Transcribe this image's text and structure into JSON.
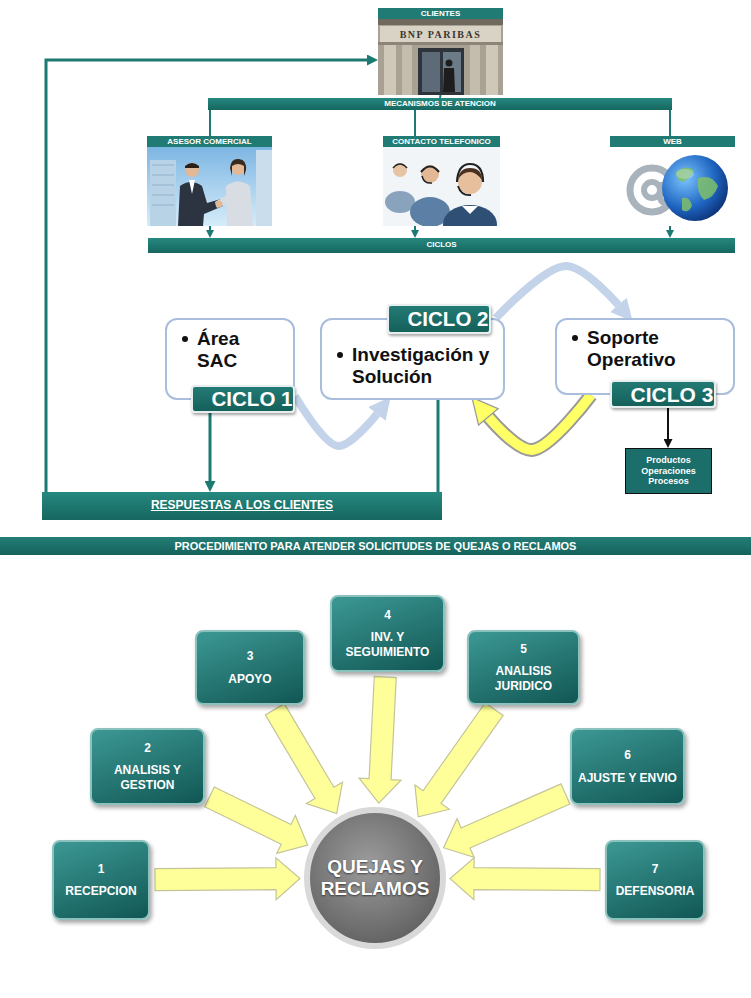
{
  "diagram": {
    "nodes": [
      {
        "text": [
          "CLIENTES"
        ]
      },
      {
        "text": [
          "MECANISMOS DE ATENCION"
        ]
      },
      {
        "text": [
          "ASESOR COMERCIAL"
        ]
      },
      {
        "text": [
          "CONTACTO TELEFONICO"
        ]
      },
      {
        "text": [
          "WEB"
        ]
      },
      {
        "text": [
          "CICLOS"
        ]
      },
      {
        "text": [
          "Área SAC"
        ]
      },
      {
        "text": [
          "CICLO 1"
        ],
        "in": 6
      },
      {
        "text": [
          "Investigación y Solución"
        ]
      },
      {
        "text": [
          "CICLO 2"
        ],
        "in": 8
      },
      {
        "text": [
          "Soporte Operativo"
        ]
      },
      {
        "text": [
          "CICLO 3"
        ],
        "in": 10
      },
      {
        "text": [
          "Productos Operaciones Procesos"
        ]
      },
      {
        "text": [
          "RESPUESTAS A LOS CLIENTES"
        ]
      },
      {
        "text": [
          "PROCEDIMIENTO PARA ATENDER SOLICITUDES DE QUEJAS O RECLAMOS"
        ]
      },
      {
        "text": [
          "1",
          "RECEPCION"
        ]
      },
      {
        "text": [
          "2",
          "ANALISIS Y GESTION"
        ]
      },
      {
        "text": [
          "3",
          "APOYO"
        ]
      },
      {
        "text": [
          "4",
          "INV. Y SEGUIMIENTO"
        ]
      },
      {
        "text": [
          "5",
          "ANALISIS JURIDICO"
        ]
      },
      {
        "text": [
          "6",
          "AJUSTE Y ENVIO"
        ]
      },
      {
        "text": [
          "7",
          "DEFENSORIA"
        ]
      },
      {
        "text": [
          "QUEJAS Y RECLAMOS"
        ]
      }
    ],
    "edges": [
      {
        "from": 0,
        "to": 1,
        "arrow": "none"
      },
      {
        "from": 1,
        "to": 2,
        "arrow": "none"
      },
      {
        "from": 1,
        "to": 3,
        "arrow": "none"
      },
      {
        "from": 1,
        "to": 4,
        "arrow": "none"
      },
      {
        "from": 2,
        "to": 5,
        "arrow": "to"
      },
      {
        "from": 3,
        "to": 5,
        "arrow": "to"
      },
      {
        "from": 4,
        "to": 5,
        "arrow": "to"
      },
      {
        "from": 6,
        "to": 8,
        "arrow": "to"
      },
      {
        "from": 8,
        "to": 10,
        "arrow": "to"
      },
      {
        "from": 10,
        "to": 8,
        "arrow": "to"
      },
      {
        "from": 11,
        "to": 12,
        "arrow": "to"
      },
      {
        "from": 7,
        "to": 13,
        "arrow": "to"
      },
      {
        "from": 8,
        "to": 13,
        "arrow": "none"
      },
      {
        "from": 13,
        "to": 0,
        "arrow": "to"
      },
      {
        "from": 15,
        "to": 22,
        "arrow": "to"
      },
      {
        "from": 16,
        "to": 22,
        "arrow": "to"
      },
      {
        "from": 17,
        "to": 22,
        "arrow": "to"
      },
      {
        "from": 18,
        "to": 22,
        "arrow": "to"
      },
      {
        "from": 19,
        "to": 22,
        "arrow": "to"
      },
      {
        "from": 20,
        "to": 22,
        "arrow": "to"
      },
      {
        "from": 21,
        "to": 22,
        "arrow": "to"
      }
    ],
    "labels": [
      "BNP PARIBAS"
    ]
  }
}
